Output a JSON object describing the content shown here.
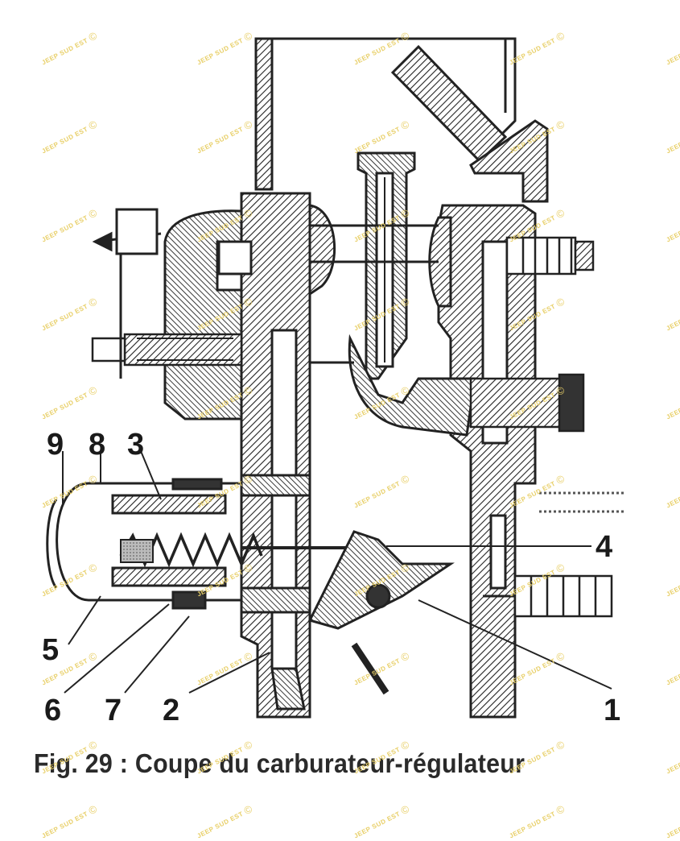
{
  "figure": {
    "caption": "Fig. 29 : Coupe du carburateur-régulateur",
    "callouts": [
      "9",
      "8",
      "3",
      "4",
      "5",
      "6",
      "7",
      "2",
      "1"
    ]
  },
  "watermark": {
    "text": "JEEP SUD EST",
    "symbol": "©",
    "color": "#e8cf67"
  }
}
